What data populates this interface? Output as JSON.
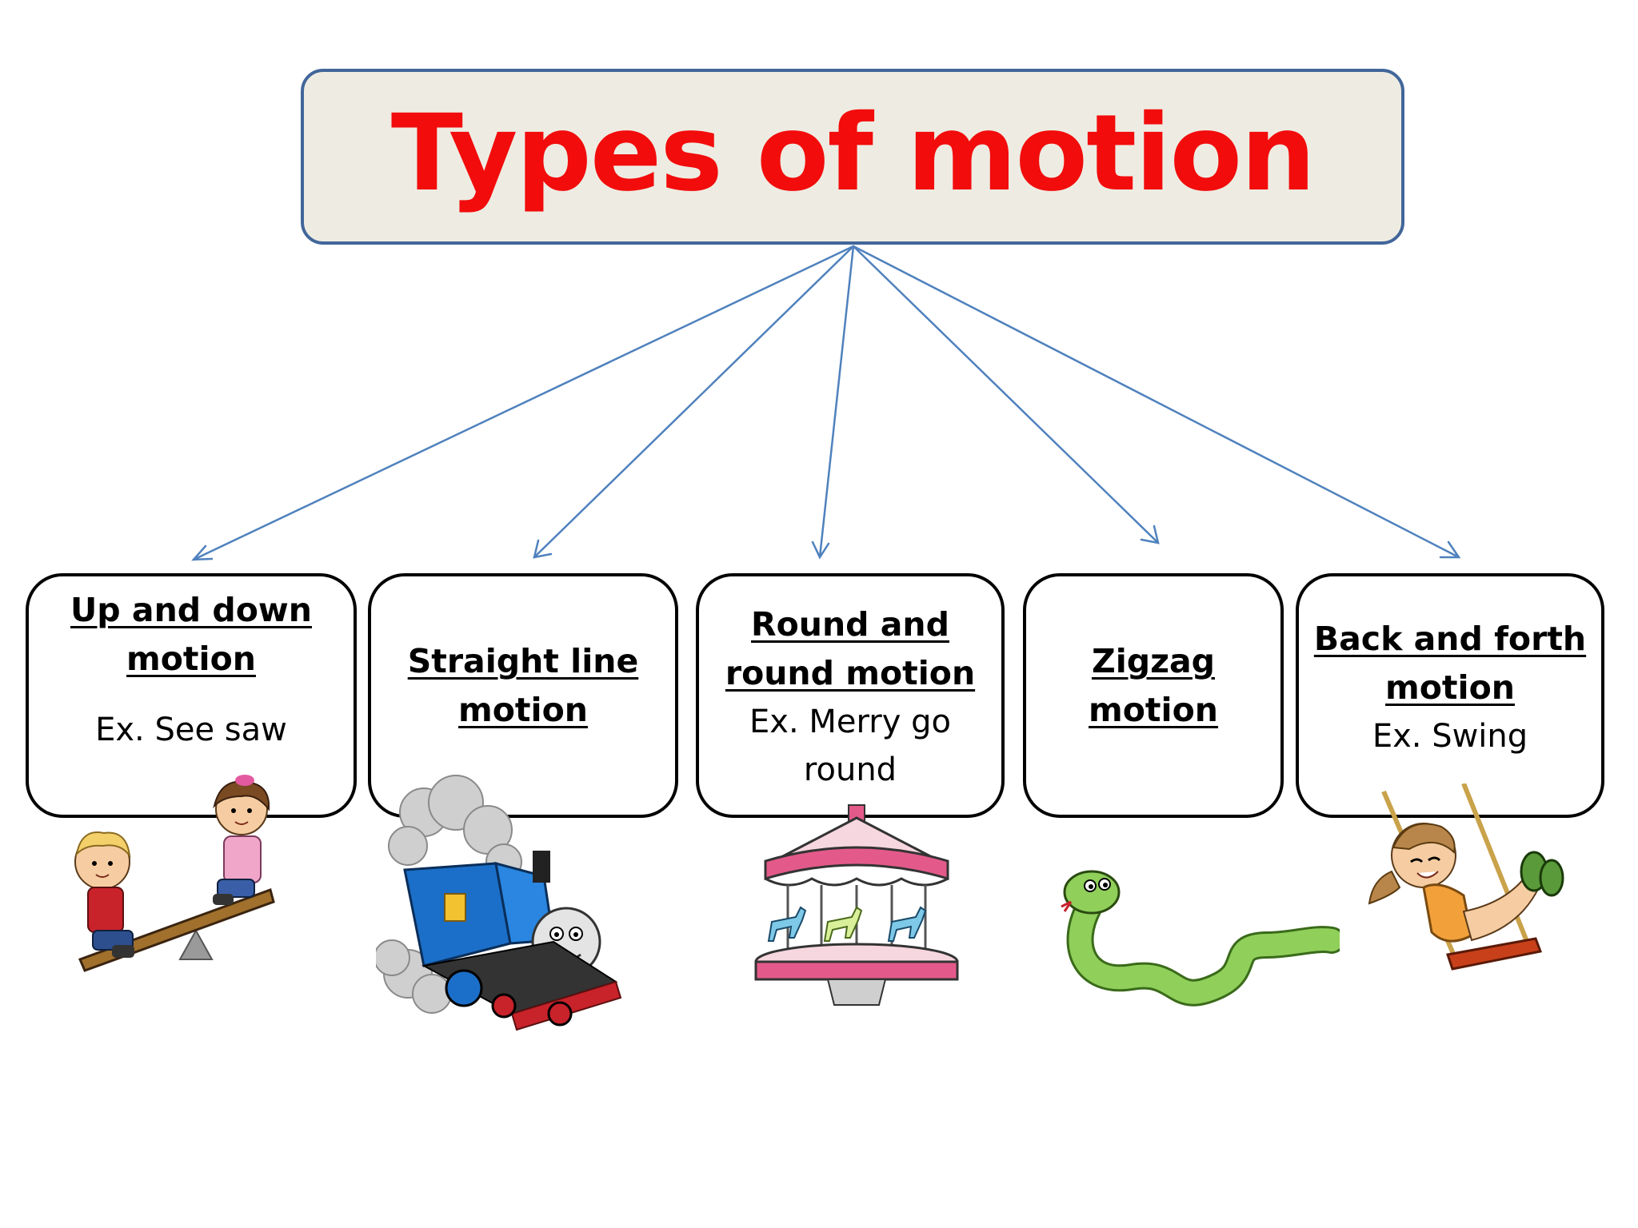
{
  "title": "Types of motion",
  "colors": {
    "title_text": "#f20c0c",
    "title_box_fill": "#eeece2",
    "title_box_border": "#41669a",
    "connector": "#4f81bd",
    "card_border": "#000000"
  },
  "types": [
    {
      "heading_lines": [
        "Up and down",
        "motion"
      ],
      "example": "Ex. See saw",
      "illustration": "seesaw-kids"
    },
    {
      "heading_lines": [
        "Straight line",
        "motion"
      ],
      "example": "",
      "illustration": "steam-train"
    },
    {
      "heading_lines": [
        "Round and",
        "round motion"
      ],
      "example_lines": [
        "Ex. Merry go",
        "round"
      ],
      "illustration": "merry-go-round"
    },
    {
      "heading_lines": [
        "Zigzag",
        "motion"
      ],
      "example": "",
      "illustration": "snake"
    },
    {
      "heading_lines": [
        "Back and forth",
        "motion"
      ],
      "example": "Ex. Swing",
      "illustration": "girl-on-swing"
    }
  ]
}
